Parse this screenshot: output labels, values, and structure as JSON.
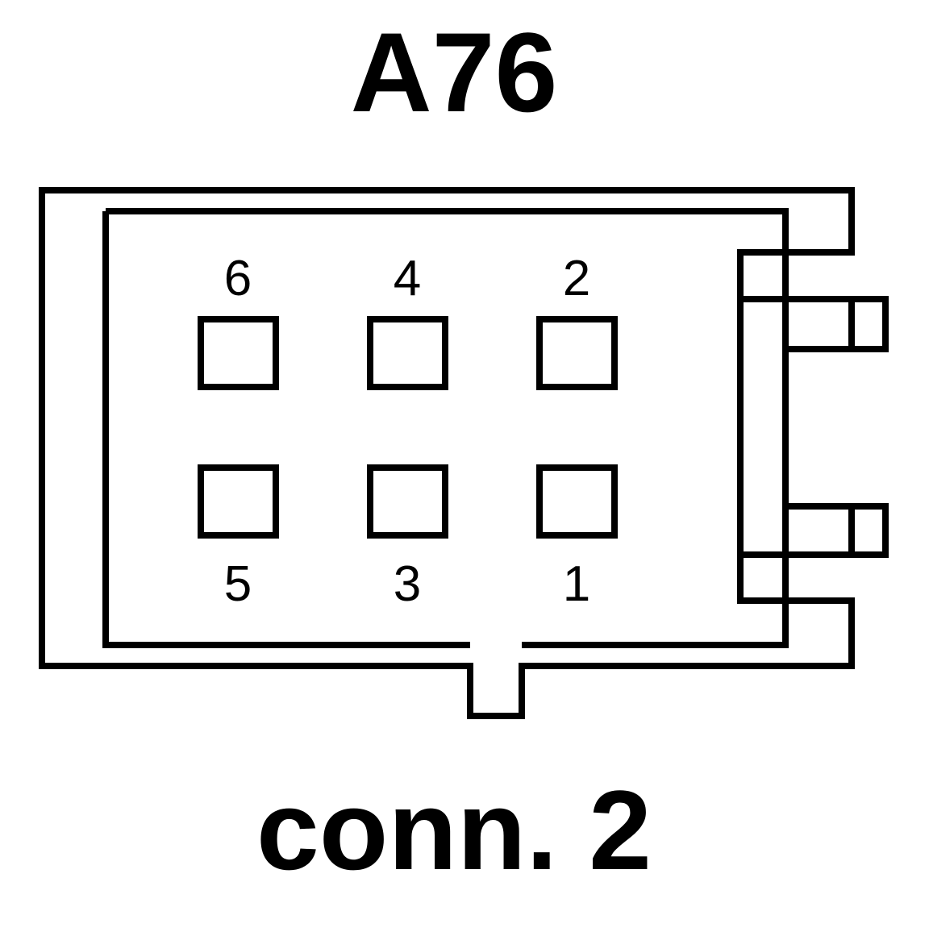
{
  "connector_id": "A76",
  "caption": "conn. 2",
  "pins": {
    "top_row": [
      "6",
      "4",
      "2"
    ],
    "bottom_row": [
      "5",
      "3",
      "1"
    ]
  },
  "colors": {
    "line": "#000000",
    "background": "#ffffff"
  }
}
